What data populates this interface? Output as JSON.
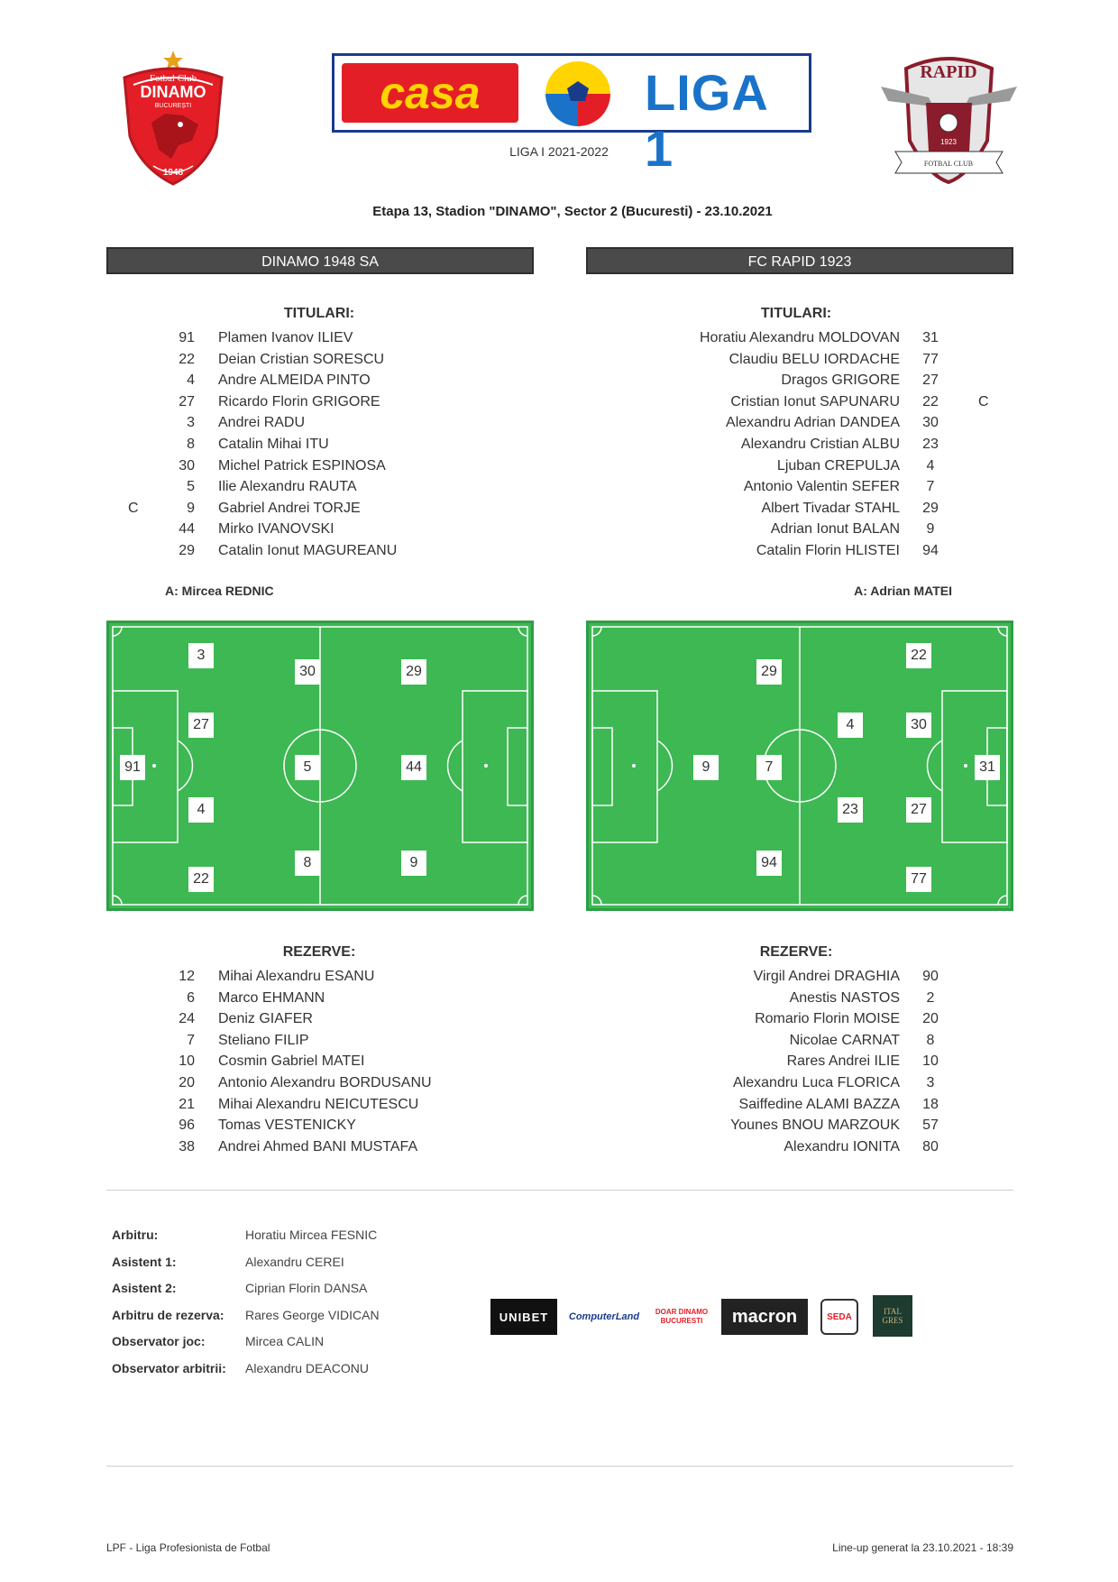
{
  "header": {
    "banner": {
      "casa": "casa",
      "liga": "LIGA 1"
    },
    "season": "LIGA I 2021-2022",
    "match_info": "Etapa 13, Stadion \"DINAMO\", Sector 2 (Bucuresti) - 23.10.2021",
    "home_crest": {
      "top": "Fotbal Club",
      "name": "DINAMO",
      "sub": "BUCUREȘTI",
      "year": "1948"
    },
    "away_crest": {
      "name": "RAPID",
      "year": "1923",
      "ribbon": "FOTBAL CLUB"
    }
  },
  "home": {
    "team_name": "DINAMO 1948 SA",
    "starters_title": "TITULARI:",
    "starters": [
      {
        "num": "91",
        "name": "Plamen Ivanov ILIEV",
        "cap": ""
      },
      {
        "num": "22",
        "name": "Deian Cristian SORESCU",
        "cap": ""
      },
      {
        "num": "4",
        "name": "Andre ALMEIDA PINTO",
        "cap": ""
      },
      {
        "num": "27",
        "name": "Ricardo Florin GRIGORE",
        "cap": ""
      },
      {
        "num": "3",
        "name": "Andrei RADU",
        "cap": ""
      },
      {
        "num": "8",
        "name": "Catalin Mihai ITU",
        "cap": ""
      },
      {
        "num": "30",
        "name": "Michel Patrick ESPINOSA",
        "cap": ""
      },
      {
        "num": "5",
        "name": "Ilie Alexandru RAUTA",
        "cap": ""
      },
      {
        "num": "9",
        "name": "Gabriel Andrei TORJE",
        "cap": "C"
      },
      {
        "num": "44",
        "name": "Mirko IVANOVSKI",
        "cap": ""
      },
      {
        "num": "29",
        "name": "Catalin Ionut MAGUREANU",
        "cap": ""
      }
    ],
    "coach": "A: Mircea REDNIC",
    "reserves_title": "REZERVE:",
    "reserves": [
      {
        "num": "12",
        "name": "Mihai Alexandru ESANU"
      },
      {
        "num": "6",
        "name": "Marco EHMANN"
      },
      {
        "num": "24",
        "name": "Deniz GIAFER"
      },
      {
        "num": "7",
        "name": "Steliano FILIP"
      },
      {
        "num": "10",
        "name": "Cosmin Gabriel MATEI"
      },
      {
        "num": "20",
        "name": "Antonio Alexandru BORDUSANU"
      },
      {
        "num": "21",
        "name": "Mihai Alexandru NEICUTESCU"
      },
      {
        "num": "96",
        "name": "Tomas VESTENICKY"
      },
      {
        "num": "38",
        "name": "Andrei Ahmed BANI MUSTAFA"
      }
    ],
    "pitch": [
      "3",
      "30",
      "29",
      "27",
      "91",
      "5",
      "44",
      "4",
      "8",
      "9",
      "22"
    ]
  },
  "away": {
    "team_name": "FC RAPID 1923",
    "starters_title": "TITULARI:",
    "starters": [
      {
        "num": "31",
        "name": "Horatiu Alexandru MOLDOVAN",
        "cap": ""
      },
      {
        "num": "77",
        "name": "Claudiu BELU IORDACHE",
        "cap": ""
      },
      {
        "num": "27",
        "name": "Dragos GRIGORE",
        "cap": ""
      },
      {
        "num": "22",
        "name": "Cristian Ionut SAPUNARU",
        "cap": "C"
      },
      {
        "num": "30",
        "name": "Alexandru Adrian DANDEA",
        "cap": ""
      },
      {
        "num": "23",
        "name": "Alexandru Cristian ALBU",
        "cap": ""
      },
      {
        "num": "4",
        "name": "Ljuban CREPULJA",
        "cap": ""
      },
      {
        "num": "7",
        "name": "Antonio Valentin SEFER",
        "cap": ""
      },
      {
        "num": "29",
        "name": "Albert Tivadar STAHL",
        "cap": ""
      },
      {
        "num": "9",
        "name": "Adrian Ionut BALAN",
        "cap": ""
      },
      {
        "num": "94",
        "name": "Catalin Florin HLISTEI",
        "cap": ""
      }
    ],
    "coach": "A: Adrian MATEI",
    "reserves_title": "REZERVE:",
    "reserves": [
      {
        "num": "90",
        "name": "Virgil Andrei DRAGHIA"
      },
      {
        "num": "2",
        "name": "Anestis NASTOS"
      },
      {
        "num": "20",
        "name": "Romario Florin MOISE"
      },
      {
        "num": "8",
        "name": "Nicolae CARNAT"
      },
      {
        "num": "10",
        "name": "Rares Andrei ILIE"
      },
      {
        "num": "3",
        "name": "Alexandru Luca FLORICA"
      },
      {
        "num": "18",
        "name": "Saiffedine ALAMI BAZZA"
      },
      {
        "num": "57",
        "name": "Younes BNOU MARZOUK"
      },
      {
        "num": "80",
        "name": "Alexandru IONITA"
      }
    ],
    "pitch": [
      "22",
      "29",
      "4",
      "30",
      "9",
      "7",
      "31",
      "23",
      "27",
      "94",
      "77"
    ]
  },
  "officials": [
    {
      "label": "Arbitru:",
      "value": "Horatiu Mircea FESNIC"
    },
    {
      "label": "Asistent 1:",
      "value": "Alexandru CEREI"
    },
    {
      "label": "Asistent 2:",
      "value": "Ciprian Florin DANSA"
    },
    {
      "label": "Arbitru de rezerva:",
      "value": "Rares George VIDICAN"
    },
    {
      "label": "Observator joc:",
      "value": "Mircea CALIN"
    },
    {
      "label": "Observator arbitrii:",
      "value": "Alexandru DEACONU"
    }
  ],
  "sponsors": {
    "unibet": "UNIBET",
    "computerland": "ComputerLand",
    "doar_dinamo": "DOAR DINAMO BUCURESTI",
    "macron": "macron",
    "seda": "SEDA",
    "italgres": "ITAL GRES"
  },
  "footer": {
    "left": "LPF - Liga Profesionista de Fotbal",
    "right": "Line-up generat la 23.10.2021 - 18:39"
  },
  "colors": {
    "team_bar": "#4a4a4a",
    "pitch": "#3db853",
    "pitch_border": "#2e9e45",
    "dinamo_red": "#e41e26",
    "rapid_maroon": "#8a1c2b"
  }
}
